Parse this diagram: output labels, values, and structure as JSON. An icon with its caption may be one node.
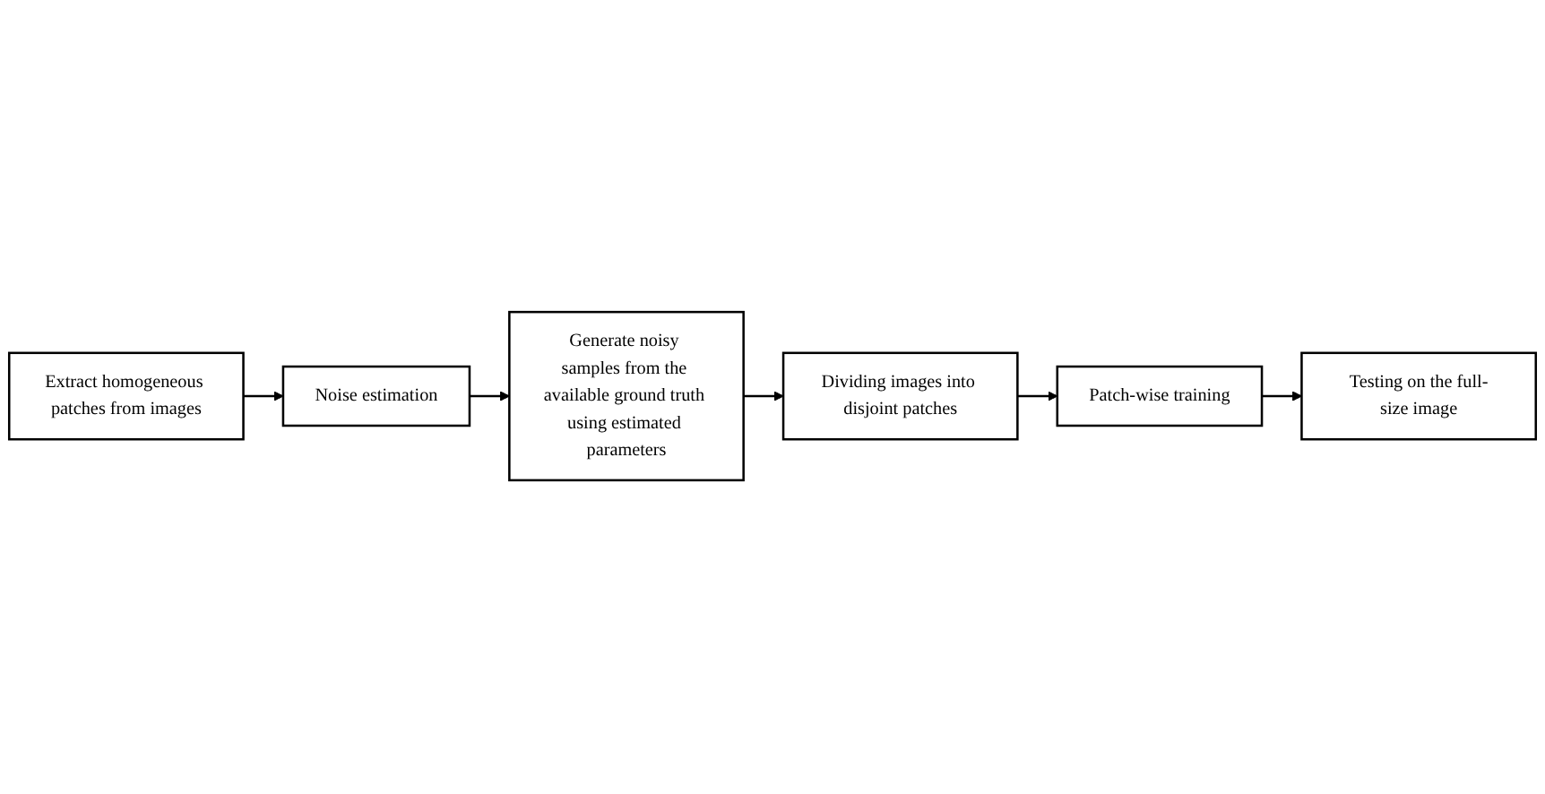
{
  "diagram": {
    "nodes": [
      {
        "text": [
          "Extract homogeneous patches from images"
        ]
      },
      {
        "text": [
          "Noise estimation"
        ]
      },
      {
        "text": [
          "Generate noisy samples from the available ground truth using estimated parameters"
        ]
      },
      {
        "text": [
          "Dividing images into disjoint patches"
        ]
      },
      {
        "text": [
          "Patch-wise training"
        ]
      },
      {
        "text": [
          "Testing on the full-size image"
        ]
      }
    ],
    "edges": [
      {
        "from": 0,
        "to": 1,
        "arrow": "to"
      },
      {
        "from": 1,
        "to": 2,
        "arrow": "to"
      },
      {
        "from": 2,
        "to": 3,
        "arrow": "to"
      },
      {
        "from": 3,
        "to": 4,
        "arrow": "to"
      },
      {
        "from": 4,
        "to": 5,
        "arrow": "to"
      }
    ]
  }
}
